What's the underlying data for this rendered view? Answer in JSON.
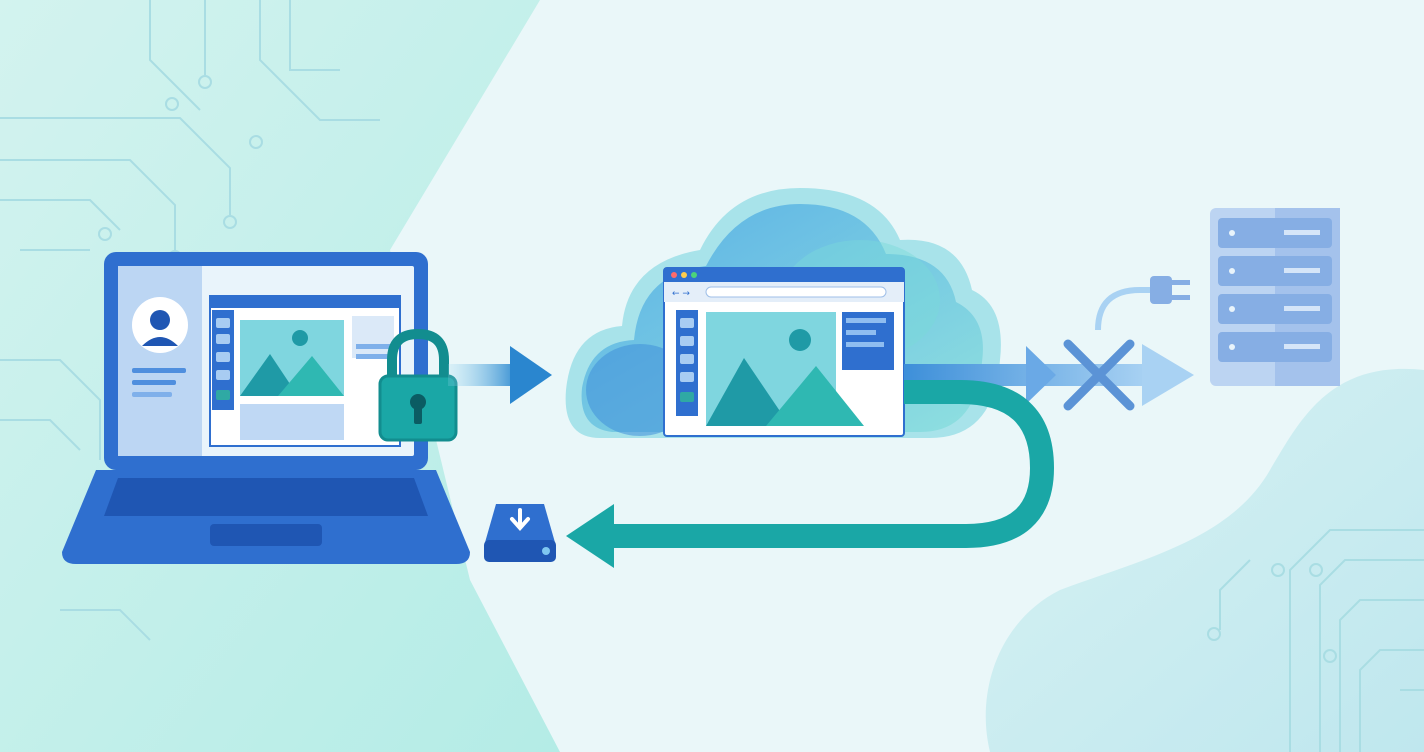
{
  "palette": {
    "background": "#eaf7f9",
    "panel_left": "#c9f0ec",
    "panel_right": "#cfeef2",
    "circuit": "#a9dde3",
    "laptop_blue": "#2f6fcf",
    "laptop_dark": "#1f56b3",
    "screen_light": "#e9f4fb",
    "teal": "#1aa7a6",
    "teal_dark": "#128d8f",
    "cloud_light": "#7ed3e4",
    "cloud_mid": "#4aa6df",
    "cloud_dark": "#2f7fd0",
    "image_tile": "#7fd6df",
    "mountain": "#1f9aa6",
    "server": "#a9c6ee",
    "server_dark": "#86aee4",
    "blocked_x": "#5b93d6"
  },
  "nodes": {
    "laptop": {
      "icon": "laptop-icon",
      "contents": [
        "user-avatar-icon",
        "image-editor-window",
        "image-thumbnail-icon"
      ]
    },
    "lock": {
      "icon": "padlock-icon",
      "meaning": "secured"
    },
    "cloud": {
      "icon": "cloud-icon",
      "contents": [
        "browser-window",
        "image-editor-toolbar",
        "image-thumbnail-icon"
      ]
    },
    "server": {
      "icon": "server-rack-icon",
      "rack_units": 4
    },
    "plug": {
      "icon": "power-plug-icon"
    },
    "download_drive": {
      "icon": "download-drive-icon"
    }
  },
  "connections": [
    {
      "from": "laptop",
      "to": "cloud",
      "style": "arrow",
      "direction": "right"
    },
    {
      "from": "cloud",
      "to": "server",
      "style": "arrow-blocked",
      "marker": "x-icon"
    },
    {
      "from": "cloud",
      "to": "download_drive",
      "style": "curved-arrow",
      "direction": "left"
    }
  ],
  "editor_tools": [
    "cursor-icon",
    "pencil-icon",
    "brush-icon",
    "text-tool-icon",
    "layers-icon"
  ]
}
